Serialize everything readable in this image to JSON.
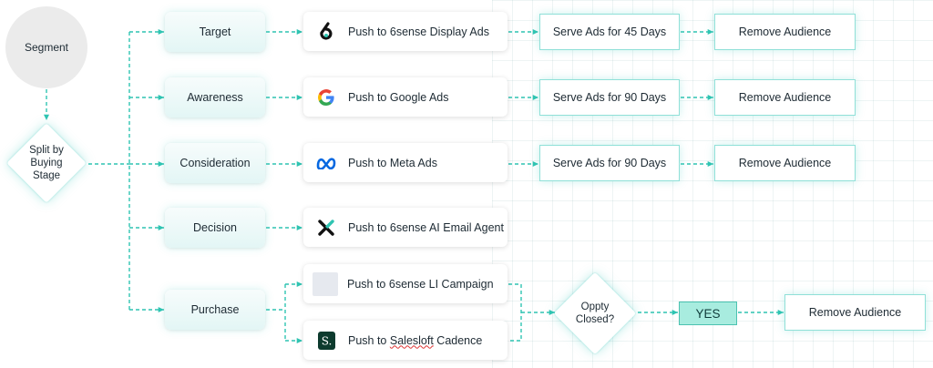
{
  "segment": "Segment",
  "split": "Split by\nBuying\nStage",
  "stages": [
    "Target",
    "Awareness",
    "Consideration",
    "Decision",
    "Purchase"
  ],
  "push": [
    {
      "text": "Push to 6sense Display Ads",
      "icon": "sixsense-icon"
    },
    {
      "text": "Push to Google Ads",
      "icon": "google-icon"
    },
    {
      "text": "Push to Meta Ads",
      "icon": "meta-icon"
    },
    {
      "text": "Push to 6sense AI Email Agent",
      "icon": "sixsense-ai-icon"
    },
    {
      "text": "Push to 6sense LI Campaign",
      "icon": "placeholder-icon"
    },
    {
      "text_prefix": "Push to ",
      "text_underlined": "Salesloft",
      "text_suffix": " Cadence",
      "icon": "salesloft-icon"
    }
  ],
  "serve": [
    "Serve Ads for 45 Days",
    "Serve Ads for 90 Days",
    "Serve Ads for 90 Days"
  ],
  "remove": [
    "Remove Audience",
    "Remove Audience",
    "Remove Audience",
    "Remove Audience"
  ],
  "decision": "Oppty\nClosed?",
  "yes": "YES",
  "colors": {
    "accent": "#2fc4b2",
    "google_blue": "#4285F4",
    "google_red": "#EA4335",
    "google_yellow": "#FBBC05",
    "google_green": "#34A853",
    "meta_blue": "#0668E1",
    "salesloft_green": "#0d3b2e"
  }
}
